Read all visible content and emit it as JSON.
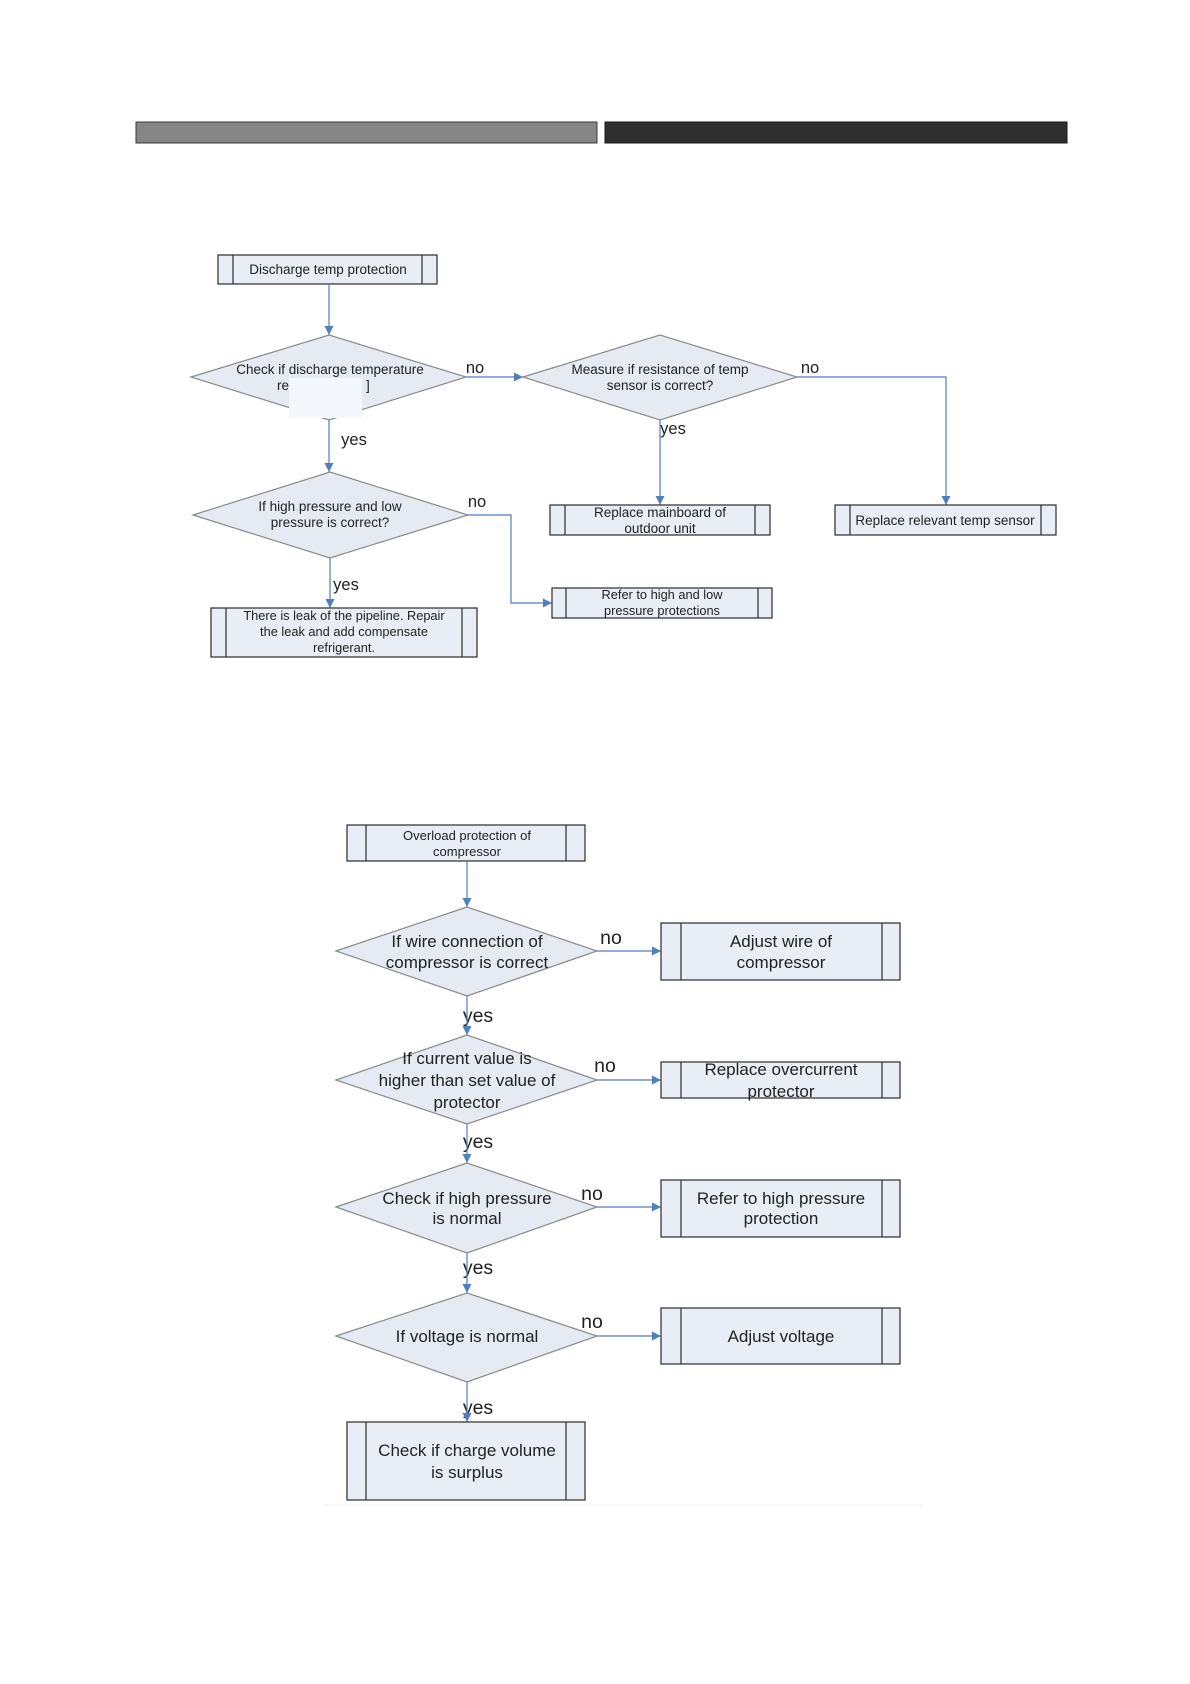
{
  "colors": {
    "header_left_bar": "#868686",
    "header_right_bar": "#2f2f2f",
    "arrow": "#4f7fbe",
    "box_fill": "#e8edf6",
    "diamond_fill": "#e5eaf3",
    "border": "#2b2b2b",
    "diamond_border": "#8a8a8a"
  },
  "flowchart_1": {
    "labels": {
      "yes": "yes",
      "no": "no"
    },
    "start": [
      "Discharge temp protection"
    ],
    "check_discharge": [
      "Check if discharge temperature",
      "re",
      "]"
    ],
    "measure_resistance": [
      "Measure if resistance of temp",
      "sensor is correct?"
    ],
    "replace_temp_sensor": [
      "Replace relevant temp sensor"
    ],
    "replace_mainboard": [
      "Replace mainboard of",
      "outdoor unit"
    ],
    "check_pressure": [
      "If high pressure and low",
      "pressure is correct?"
    ],
    "refer_pressure_protections": [
      "Refer to high and low",
      "pressure protections"
    ],
    "leak_repair": [
      "There is leak of the pipeline. Repair",
      "the leak and add compensate",
      "refrigerant."
    ]
  },
  "flowchart_2": {
    "labels": {
      "yes": "yes",
      "no": "no"
    },
    "start": [
      "Overload protection of",
      "compressor"
    ],
    "check_wire": [
      "If wire connection of",
      "compressor is correct"
    ],
    "adjust_wire": [
      "Adjust wire of",
      "compressor"
    ],
    "check_current": [
      "If current value is",
      "higher than set value of",
      "protector"
    ],
    "replace_overcurrent": [
      "Replace overcurrent",
      "protector"
    ],
    "check_high_pressure": [
      "Check if high pressure",
      "is normal"
    ],
    "refer_high_pressure": [
      "Refer to high pressure",
      "protection"
    ],
    "check_voltage": [
      "If voltage is normal"
    ],
    "adjust_voltage": [
      "Adjust voltage"
    ],
    "check_charge": [
      "Check if charge volume",
      "is surplus"
    ]
  }
}
